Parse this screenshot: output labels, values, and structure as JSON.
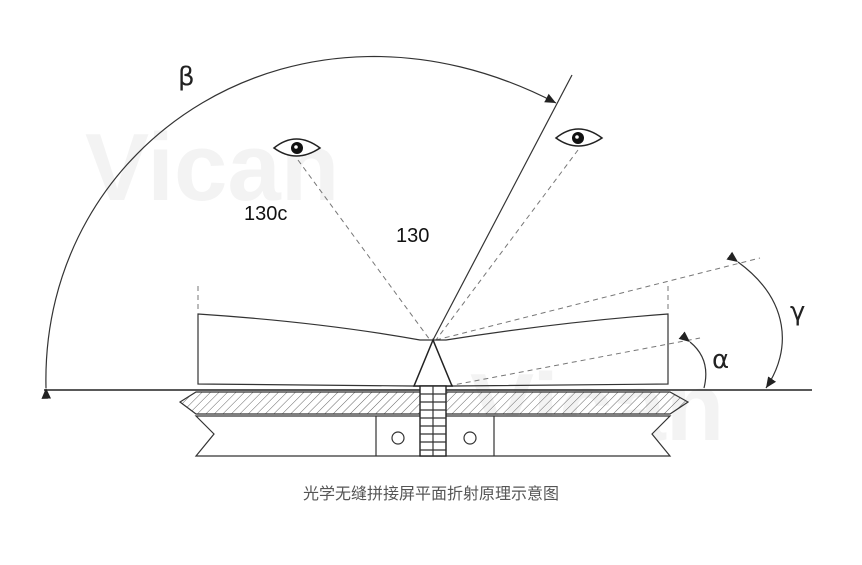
{
  "watermark": {
    "text_1": "Vican",
    "text_2": "Vican"
  },
  "labels": {
    "beta": "β",
    "gamma": "γ",
    "alpha": "α",
    "label_130c": "130c",
    "label_130": "130"
  },
  "caption": "光学无缝拼接屏平面折射原理示意图",
  "colors": {
    "ink": "#333333",
    "dash": "#777777",
    "caption": "#555555",
    "watermark": "#f3f3f3"
  }
}
